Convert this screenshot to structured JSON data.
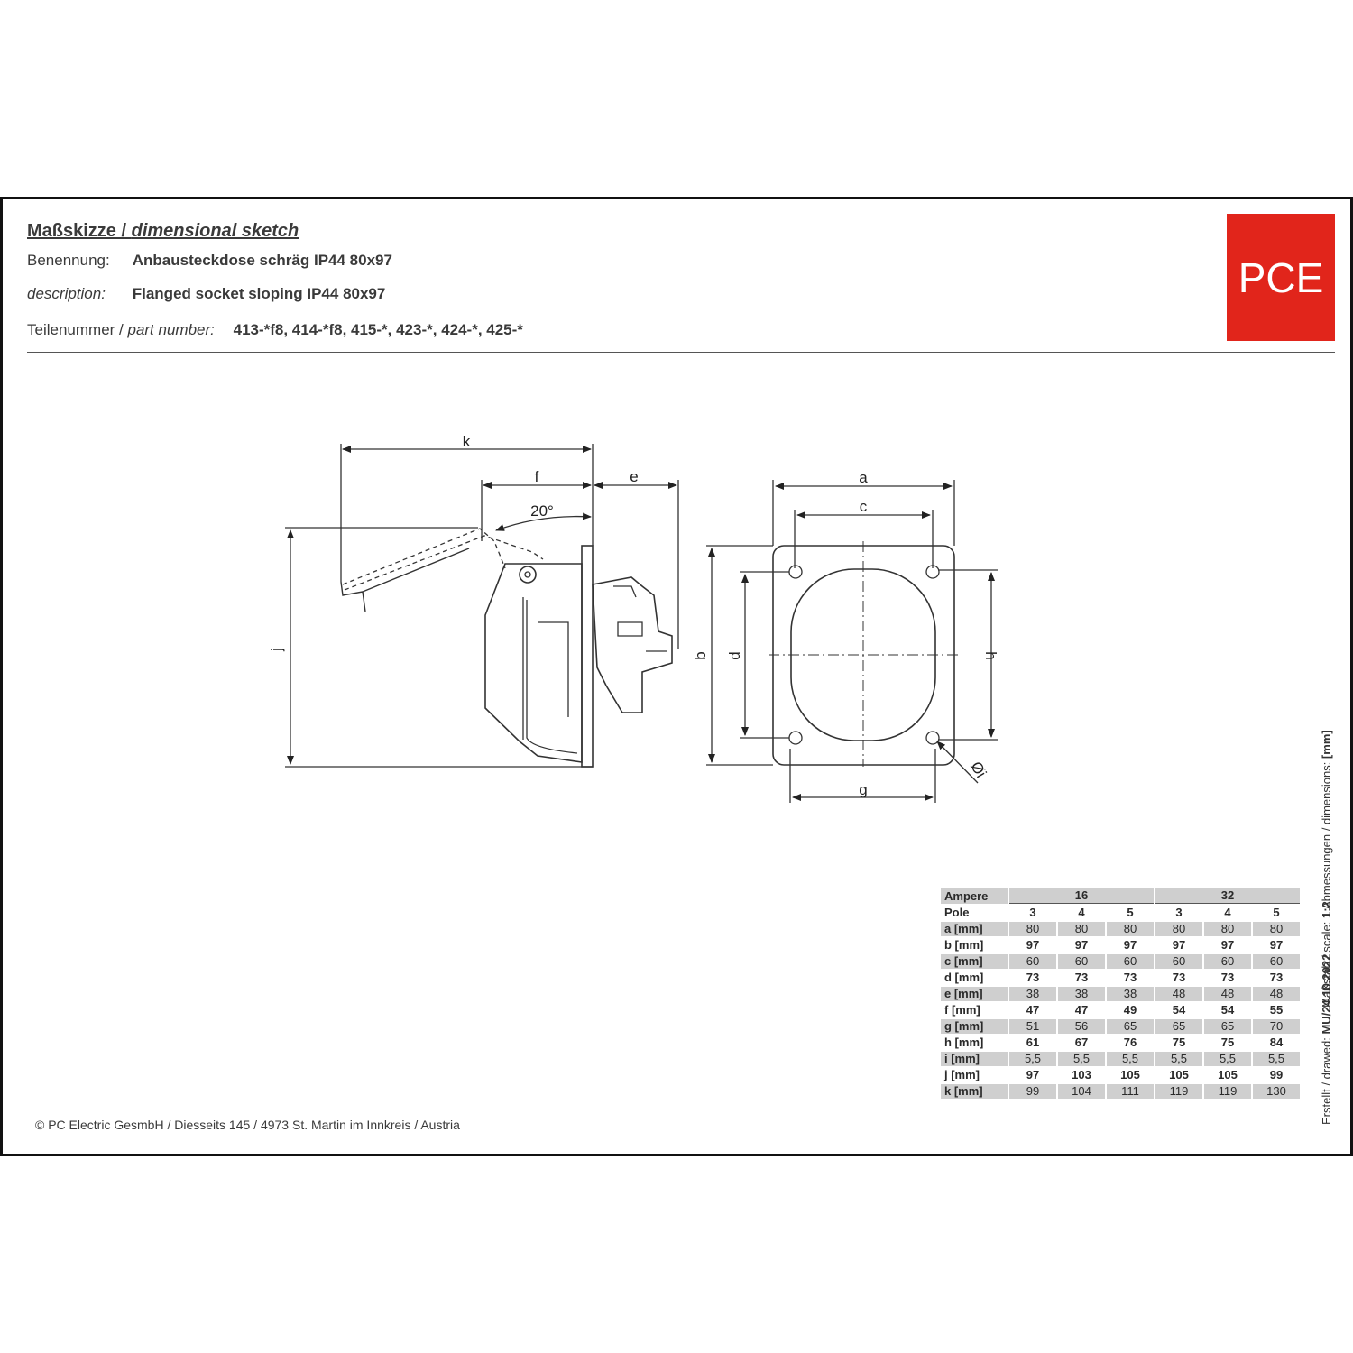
{
  "header": {
    "title_de": "Maßskizze / ",
    "title_en": "dimensional sketch",
    "benennung_label": "Benennung:",
    "benennung_value": "Anbausteckdose schräg IP44 80x97",
    "description_label": "description:",
    "description_value": "Flanged socket sloping IP44 80x97",
    "part_label_de": "Teilenummer / ",
    "part_label_en": "part number:",
    "part_value": "413-*f8, 414-*f8, 415-*, 423-*, 424-*, 425-*"
  },
  "logo": {
    "text": "PCE",
    "color": "#e1251b"
  },
  "drawing_labels": {
    "k": "k",
    "f": "f",
    "e": "e",
    "angle": "20°",
    "j": "j",
    "a": "a",
    "c": "c",
    "b": "b",
    "d": "d",
    "h": "h",
    "g": "g",
    "i": "Øi"
  },
  "side": {
    "dimensions_label": "Abmessungen / dimensions:",
    "dimensions_unit": "[mm]",
    "scale_label": "Maßstab / scale:",
    "scale_value": "1:2",
    "drawn_label": "Erstellt / drawed:",
    "drawn_value": "MU/24.10.2022"
  },
  "table": {
    "ampere_label": "Ampere",
    "ampere_groups": [
      "16",
      "32"
    ],
    "pole_label": "Pole",
    "poles": [
      "3",
      "4",
      "5",
      "3",
      "4",
      "5"
    ],
    "rows": [
      {
        "label": "a [mm]",
        "values": [
          "80",
          "80",
          "80",
          "80",
          "80",
          "80"
        ]
      },
      {
        "label": "b [mm]",
        "values": [
          "97",
          "97",
          "97",
          "97",
          "97",
          "97"
        ]
      },
      {
        "label": "c [mm]",
        "values": [
          "60",
          "60",
          "60",
          "60",
          "60",
          "60"
        ]
      },
      {
        "label": "d [mm]",
        "values": [
          "73",
          "73",
          "73",
          "73",
          "73",
          "73"
        ]
      },
      {
        "label": "e [mm]",
        "values": [
          "38",
          "38",
          "38",
          "48",
          "48",
          "48"
        ]
      },
      {
        "label": "f [mm]",
        "values": [
          "47",
          "47",
          "49",
          "54",
          "54",
          "55"
        ]
      },
      {
        "label": "g [mm]",
        "values": [
          "51",
          "56",
          "65",
          "65",
          "65",
          "70"
        ]
      },
      {
        "label": "h [mm]",
        "values": [
          "61",
          "67",
          "76",
          "75",
          "75",
          "84"
        ]
      },
      {
        "label": "i [mm]",
        "values": [
          "5,5",
          "5,5",
          "5,5",
          "5,5",
          "5,5",
          "5,5"
        ]
      },
      {
        "label": "j [mm]",
        "values": [
          "97",
          "103",
          "105",
          "105",
          "105",
          "99"
        ]
      },
      {
        "label": "k [mm]",
        "values": [
          "99",
          "104",
          "111",
          "119",
          "119",
          "130"
        ]
      }
    ]
  },
  "footer": {
    "copyright": "© PC Electric GesmbH / Diesseits 145 / 4973 St. Martin im Innkreis / Austria"
  }
}
